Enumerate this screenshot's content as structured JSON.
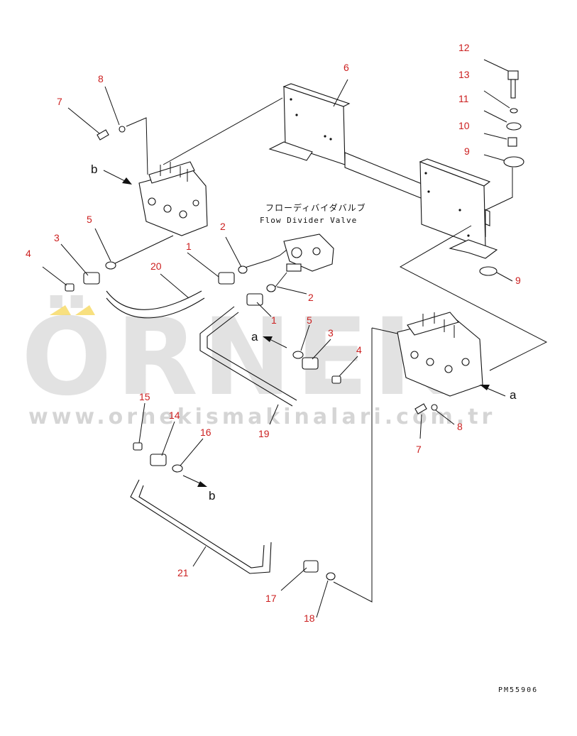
{
  "title_jp": "フローディバイダバルブ",
  "title_en": "Flow Divider Valve",
  "drawing_code": "PM55906",
  "watermark": {
    "brand": "ÖRNEK",
    "url": "www.ornekismakinalari.com.tr",
    "accent_color": "#f2c200"
  },
  "view_labels": {
    "a_left": "a",
    "a_right": "a",
    "b_left": "b",
    "b_lower": "b"
  },
  "callouts": {
    "c1a": "1",
    "c1b": "1",
    "c2a": "2",
    "c2b": "2",
    "c3a": "3",
    "c3b": "3",
    "c4a": "4",
    "c4b": "4",
    "c5a": "5",
    "c5b": "5",
    "c6": "6",
    "c7a": "7",
    "c7b": "7",
    "c8a": "8",
    "c8b": "8",
    "c9a": "9",
    "c9b": "9",
    "c10": "10",
    "c11": "11",
    "c12": "12",
    "c13": "13",
    "c14": "14",
    "c15": "15",
    "c16": "16",
    "c17": "17",
    "c18": "18",
    "c19": "19",
    "c20": "20",
    "c21": "21"
  },
  "colors": {
    "callout": "#cc1f1f",
    "line": "#111111"
  }
}
